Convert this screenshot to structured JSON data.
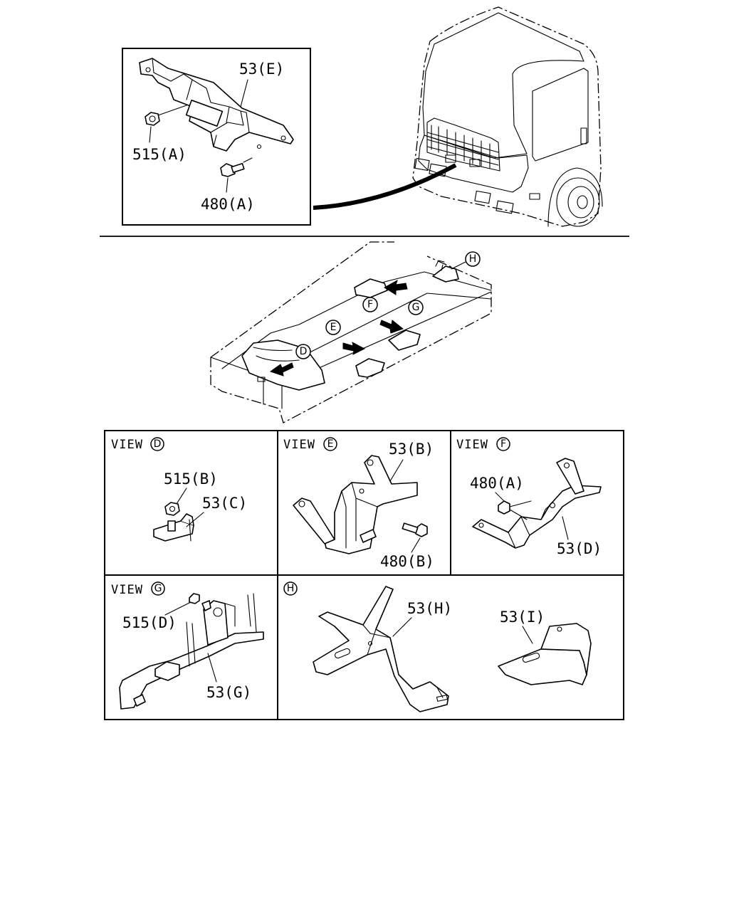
{
  "inset_labels": {
    "part_53e": "53(E)",
    "part_515a": "515(A)",
    "part_480a": "480(A)"
  },
  "frame_markers": {
    "d": "D",
    "e": "E",
    "f": "F",
    "g": "G",
    "h": "H"
  },
  "view_d": {
    "prefix": "VIEW",
    "letter": "D",
    "labels": {
      "part_515b": "515(B)",
      "part_53c": "53(C)"
    }
  },
  "view_e": {
    "prefix": "VIEW",
    "letter": "E",
    "labels": {
      "part_53b": "53(B)",
      "part_480b": "480(B)"
    }
  },
  "view_f": {
    "prefix": "VIEW",
    "letter": "F",
    "labels": {
      "part_480a": "480(A)",
      "part_53d": "53(D)"
    }
  },
  "view_g": {
    "prefix": "VIEW",
    "letter": "G",
    "labels": {
      "part_515d": "515(D)",
      "part_53g": "53(G)"
    }
  },
  "view_h": {
    "letter": "H",
    "labels": {
      "part_53h": "53(H)",
      "part_53i": "53(I)"
    }
  }
}
